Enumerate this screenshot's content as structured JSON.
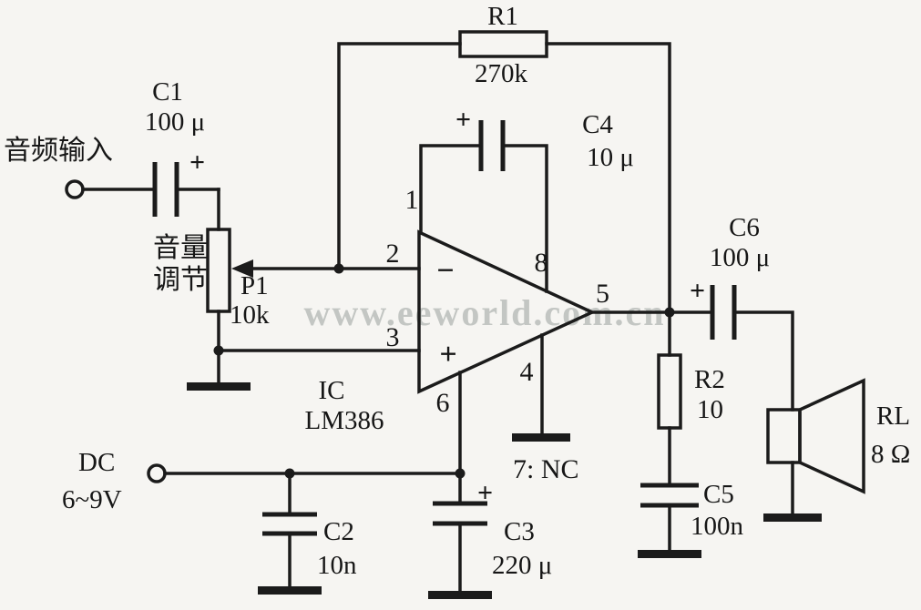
{
  "watermark": "www.eeworld.com.cn",
  "input": {
    "label": "音频输入"
  },
  "power": {
    "line1": "DC",
    "line2": "6~9V"
  },
  "volume": {
    "line1": "音量",
    "line2": "调节"
  },
  "ic": {
    "line1": "IC",
    "line2": "LM386"
  },
  "pins": {
    "pin1": "1",
    "pin2": "2",
    "pin3": "3",
    "pin4": "4",
    "pin5": "5",
    "pin6": "6",
    "pin8": "8",
    "pin7nc": "7: NC",
    "minus": "−",
    "plus": "+"
  },
  "components": {
    "r1": {
      "ref": "R1",
      "value": "270k"
    },
    "p1": {
      "ref": "P1",
      "value": "10k"
    },
    "c1": {
      "ref": "C1",
      "value": "100 μ",
      "polarity": "+"
    },
    "c4": {
      "ref": "C4",
      "value": "10 μ",
      "polarity": "+"
    },
    "c6": {
      "ref": "C6",
      "value": "100 μ",
      "polarity": "+"
    },
    "c2": {
      "ref": "C2",
      "value": "10n"
    },
    "c3": {
      "ref": "C3",
      "value": "220 μ",
      "polarity": "+"
    },
    "c5": {
      "ref": "C5",
      "value": "100n"
    },
    "r2": {
      "ref": "R2",
      "value": "10"
    },
    "rl": {
      "ref": "RL",
      "value": "8 Ω"
    }
  }
}
